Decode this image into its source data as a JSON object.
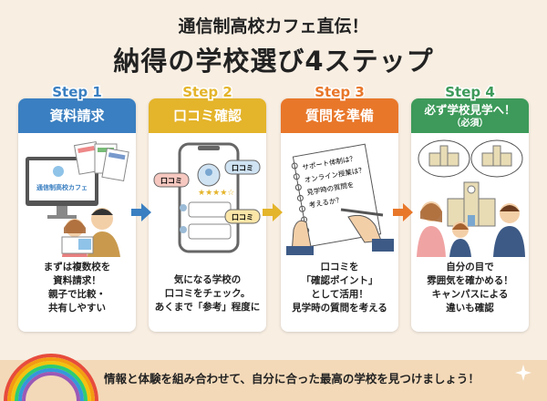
{
  "title": {
    "line1": "通信制高校カフェ直伝！",
    "line2": "納得の学校選び4ステップ"
  },
  "colors": {
    "step1": "#3a7fc1",
    "step2": "#e4b42a",
    "step3": "#e8772a",
    "step4": "#3d9a5a"
  },
  "steps": [
    {
      "step": "Step 1",
      "title": "資料請求",
      "illustration_text": "通信制高校カフェ",
      "desc": [
        "まずは複数校を",
        "資料請求！",
        "親子で比較・",
        "共有しやすい"
      ]
    },
    {
      "step": "Step 2",
      "title": "口コミ確認",
      "bubble": "口コミ",
      "desc": [
        "気になる学校の",
        "口コミをチェック。",
        "あくまで「参考」程度に"
      ]
    },
    {
      "step": "Step 3",
      "title": "質問を準備",
      "notes": [
        "サポート体制は？",
        "オンライン授業は？",
        "見学時の質問を",
        "考えるか？"
      ],
      "desc": [
        "口コミを",
        "「確認ポイント」",
        "として活用！",
        "見学時の質問を考える"
      ]
    },
    {
      "step": "Step 4",
      "title": "必ず学校見学へ！",
      "subtitle": "（必須）",
      "desc": [
        "自分の目で",
        "雰囲気を確かめる！",
        "キャンパスによる",
        "違いも確認"
      ]
    }
  ],
  "footer": "情報と体験を組み合わせて、自分に合った最高の学校を見つけましょう！"
}
